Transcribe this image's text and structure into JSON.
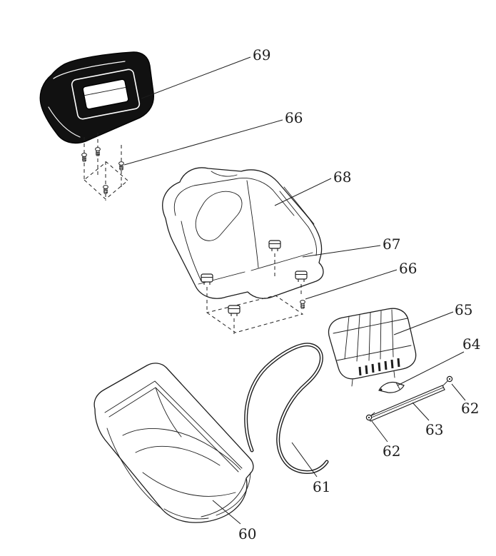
{
  "figure": {
    "background_color": "#ffffff",
    "line_color": "#1d1d1d",
    "cover_fill_color": "#111111",
    "labels": [
      {
        "part": "69"
      },
      {
        "part": "66"
      },
      {
        "part": "68"
      },
      {
        "part": "67"
      },
      {
        "part": "66"
      },
      {
        "part": "65"
      },
      {
        "part": "64"
      },
      {
        "part": "62"
      },
      {
        "part": "63"
      },
      {
        "part": "62"
      },
      {
        "part": "61"
      },
      {
        "part": "60"
      }
    ]
  }
}
